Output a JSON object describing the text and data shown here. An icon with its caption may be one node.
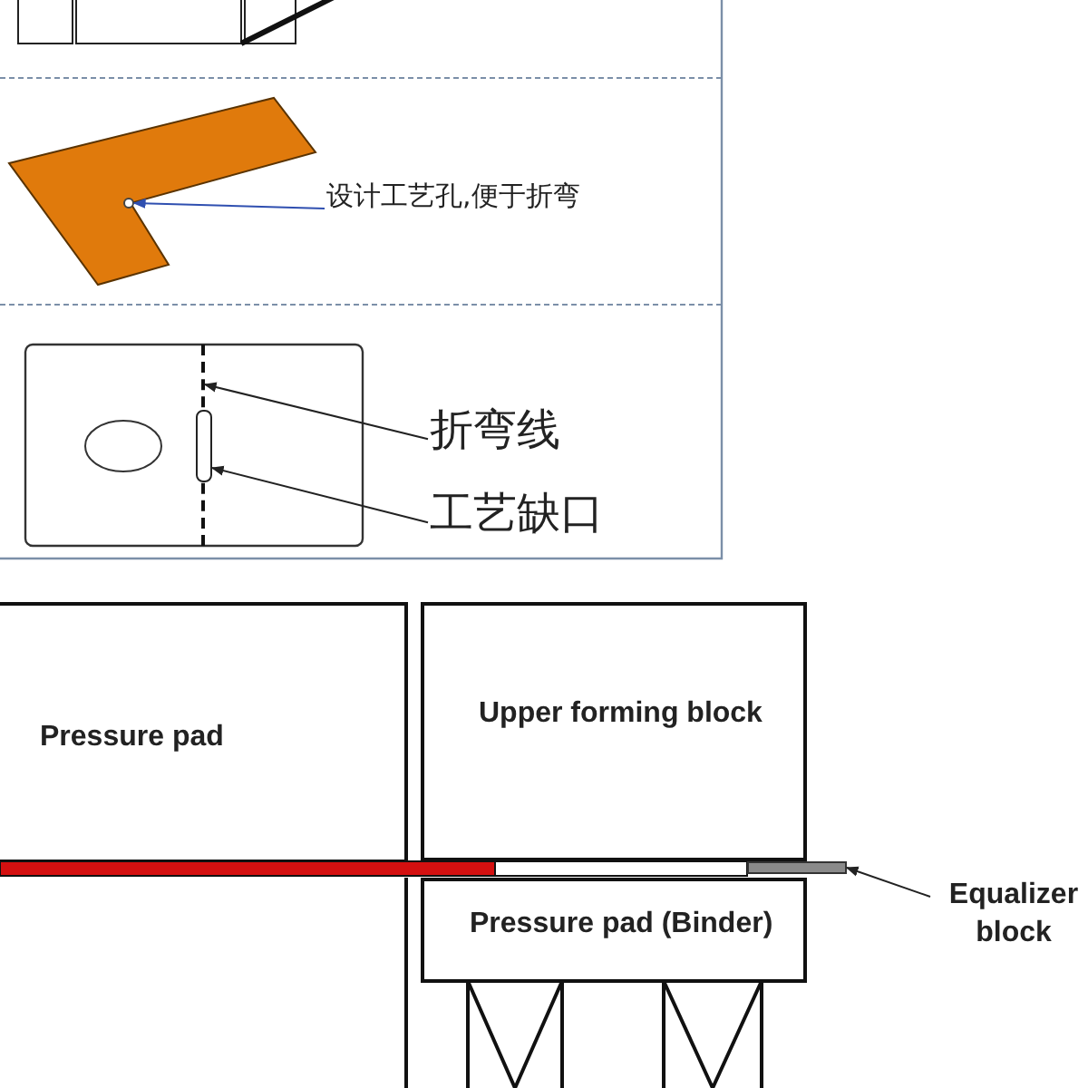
{
  "diagram": {
    "nodes": [
      {
        "text": [
          "设计工艺孔,便于折弯"
        ]
      },
      {
        "text": [],
        "shape": "circle"
      },
      {
        "text": [
          "折弯线"
        ]
      },
      {
        "text": [],
        "shape": "bar"
      },
      {
        "text": [
          "工艺缺口"
        ]
      },
      {
        "text": [],
        "shape": "box"
      },
      {
        "text": [
          "Pressure pad"
        ]
      },
      {
        "text": [
          "Upper forming block"
        ]
      },
      {
        "text": [
          "Pressure pad (Binder)"
        ]
      },
      {
        "text": [
          "Equalizer block"
        ]
      },
      {
        "text": [],
        "shape": "bar"
      }
    ],
    "edges": [
      {
        "from": 0,
        "to": 1,
        "arrow": "to",
        "color": "#2f4fb0"
      },
      {
        "from": 2,
        "to": 3,
        "arrow": "to"
      },
      {
        "from": 4,
        "to": 5,
        "arrow": "to"
      },
      {
        "from": 9,
        "to": 10,
        "arrow": "to"
      }
    ]
  }
}
